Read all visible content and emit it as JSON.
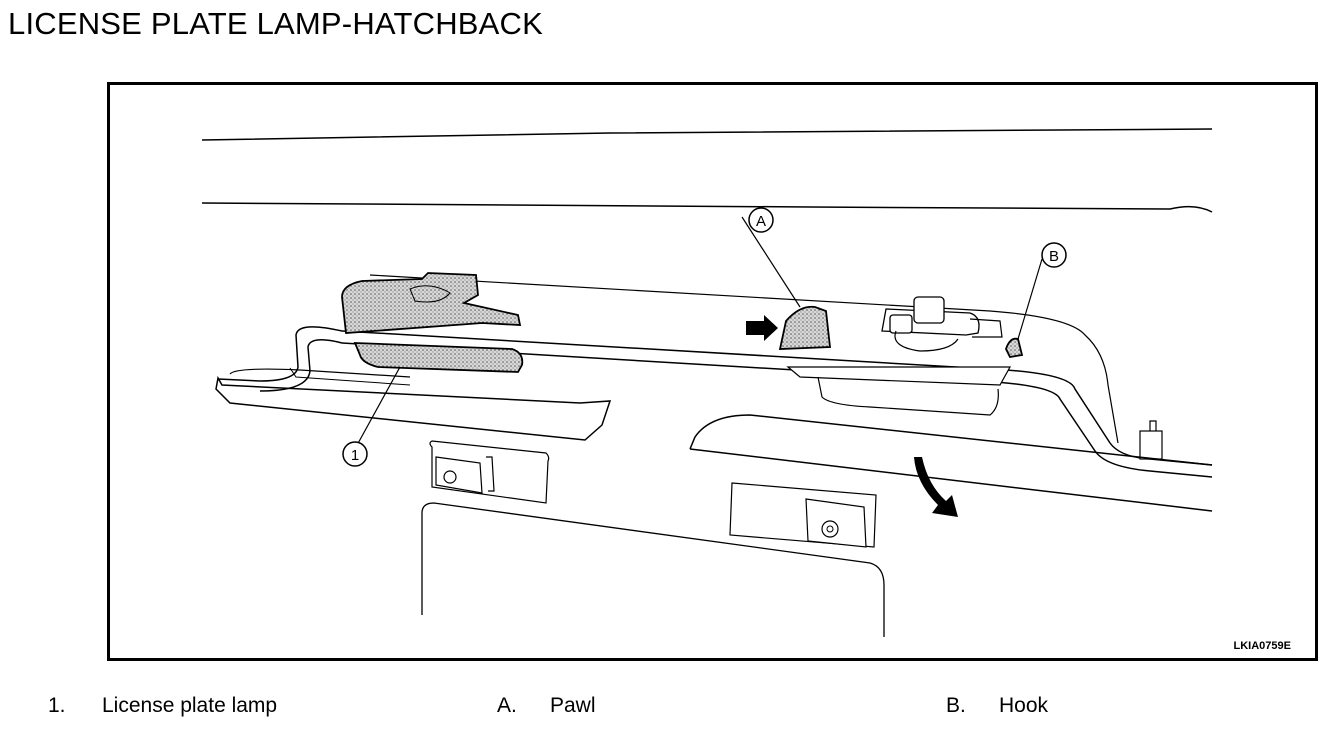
{
  "title": "LICENSE PLATE LAMP-HATCHBACK",
  "diagram": {
    "callouts": {
      "one": "1",
      "a": "A",
      "b": "B"
    },
    "figure_code": "LKIA0759E"
  },
  "legend": [
    {
      "key": "1.",
      "label": "License plate lamp"
    },
    {
      "key": "A.",
      "label": "Pawl"
    },
    {
      "key": "B.",
      "label": "Hook"
    }
  ]
}
